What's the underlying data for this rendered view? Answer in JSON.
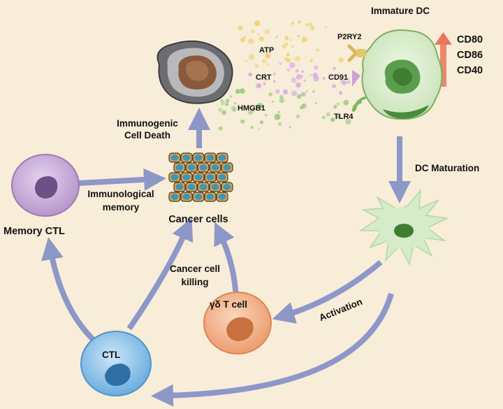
{
  "molecules": {
    "atp": "ATP",
    "crt": "CRT",
    "hmgb1": "HMGB1",
    "p2ry2": "P2RY2",
    "cd91": "CD91",
    "tlr4": "TLR4"
  },
  "labels": {
    "immature_dc": "Immature DC",
    "markers": [
      "CD80",
      "CD86",
      "CD40"
    ],
    "icd_line1": "Immunogenic",
    "icd_line2": "Cell Death",
    "dc_maturation": "DC Maturation",
    "immunological_memory_line1": "Immunological",
    "immunological_memory_line2": "memory",
    "cancer_cells": "Cancer cells",
    "memory_ctl": "Memory CTL",
    "killing_line1": "Cancer cell",
    "killing_line2": "killing",
    "gd_t_cell": "γδ T cell",
    "ctl": "CTL",
    "activation": "Activation"
  },
  "colors": {
    "background": "#f8edd9",
    "arrow": "#8d97c8",
    "upregulation_arrow": "#e9765b",
    "atp_dots": "#f0d27a",
    "crt_dots": "#d9b3e0",
    "hmgb1_dots": "#9fcf83",
    "memory_ctl_cell": "#c6a9d6",
    "gd_t_cell": "#f3b48e",
    "ctl_cell": "#8cc2ea",
    "dc_cell": "#d7eccb",
    "cancer_cell": "#3f95b3"
  }
}
